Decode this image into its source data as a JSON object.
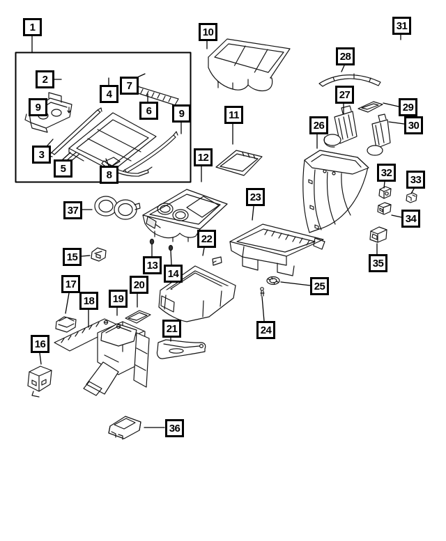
{
  "diagram": {
    "type": "exploded-parts-diagram",
    "background_color": "#ffffff",
    "line_color": "#141414",
    "callout_border_color": "#000000"
  },
  "callouts": [
    {
      "label": "1"
    },
    {
      "label": "2"
    },
    {
      "label": "9"
    },
    {
      "label": "3"
    },
    {
      "label": "5"
    },
    {
      "label": "4"
    },
    {
      "label": "7"
    },
    {
      "label": "6"
    },
    {
      "label": "8"
    },
    {
      "label": "9"
    },
    {
      "label": "10"
    },
    {
      "label": "11"
    },
    {
      "label": "12"
    },
    {
      "label": "31"
    },
    {
      "label": "28"
    },
    {
      "label": "27"
    },
    {
      "label": "29"
    },
    {
      "label": "26"
    },
    {
      "label": "30"
    },
    {
      "label": "32"
    },
    {
      "label": "33"
    },
    {
      "label": "34"
    },
    {
      "label": "35"
    },
    {
      "label": "23"
    },
    {
      "label": "37"
    },
    {
      "label": "22"
    },
    {
      "label": "15"
    },
    {
      "label": "13"
    },
    {
      "label": "14"
    },
    {
      "label": "20"
    },
    {
      "label": "17"
    },
    {
      "label": "19"
    },
    {
      "label": "18"
    },
    {
      "label": "25"
    },
    {
      "label": "24"
    },
    {
      "label": "21"
    },
    {
      "label": "16"
    },
    {
      "label": "36"
    }
  ]
}
